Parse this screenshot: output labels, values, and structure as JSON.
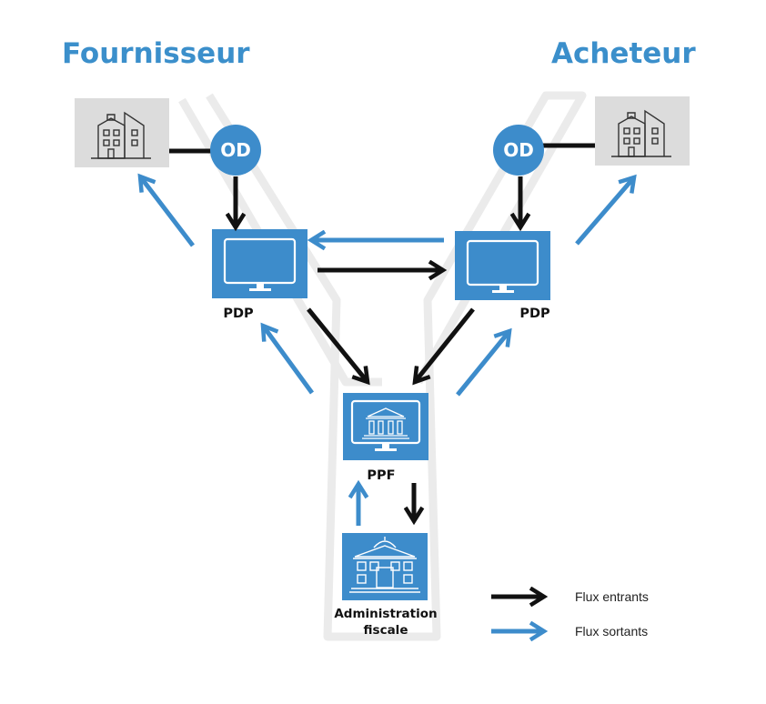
{
  "titles": {
    "supplier": "Fournisseur",
    "buyer": "Acheteur"
  },
  "nodes": {
    "od_left": "OD",
    "od_right": "OD",
    "pdp_left": "PDP",
    "pdp_right": "PDP",
    "ppf": "PPF",
    "admin_line1": "Administration",
    "admin_line2": "fiscale"
  },
  "legend": {
    "incoming": "Flux entrants",
    "outgoing": "Flux sortants"
  },
  "colors": {
    "brand_blue": "#3d8ccb",
    "title_blue": "#3b8fcb",
    "incoming_flow": "#111111",
    "outgoing_flow": "#3d8ccb",
    "building_box": "#dcdcdc",
    "background_shape": "#ececec"
  },
  "icons": {
    "company": "building-icon",
    "platform": "monitor-icon",
    "administration": "government-building-icon"
  }
}
